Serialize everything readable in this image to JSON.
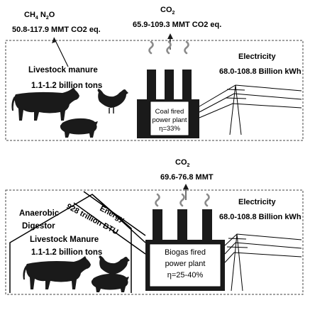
{
  "top": {
    "ch4_label": "CH",
    "ch4_sub": "4",
    "n2o_label": "N",
    "n2o_sub": "2",
    "n2o_tail": "O",
    "ch4_value": "50.8-117.9 MMT CO2 eq.",
    "co2_label": "CO",
    "co2_sub": "2",
    "co2_value": "65.9-109.3 MMT CO2 eq.",
    "manure_title": "Livestock manure",
    "manure_amount": "1.1-1.2 billion tons",
    "plant_line1": "Coal fired",
    "plant_line2": "power plant",
    "plant_eff": "η=33%",
    "electricity_title": "Electricity",
    "electricity_value": "68.0-108.8 Billion kWh"
  },
  "bottom": {
    "co2_label": "CO",
    "co2_sub": "2",
    "co2_value": "69.6-76.8 MMT",
    "digestor_line1": "Anaerobic",
    "digestor_line2": "Digestor",
    "energy_label": "Energy",
    "energy_value": "928 trillion BTU",
    "manure_title": "Livestock Manure",
    "manure_amount": "1.1-1.2 billion tons",
    "plant_line1": "Biogas fired",
    "plant_line2": "power plant",
    "plant_eff": "η=25-40%",
    "electricity_title": "Electricity",
    "electricity_value": "68.0-108.8 Billion kWh"
  },
  "colors": {
    "ink": "#000000",
    "silhouette": "#1a1a1a",
    "smoke": "#8a8a8a",
    "box_border": "#444444"
  }
}
